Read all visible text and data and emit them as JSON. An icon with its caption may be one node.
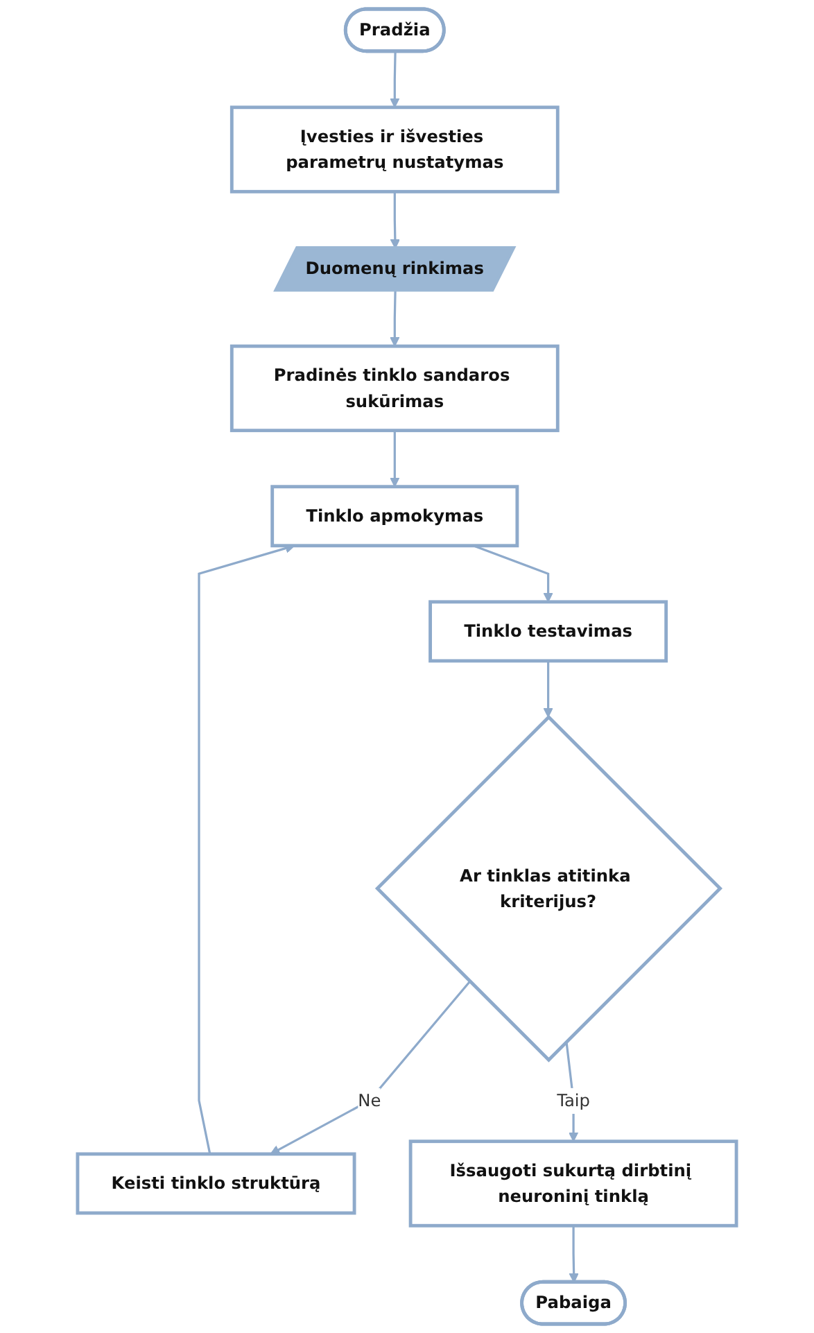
{
  "diagram": {
    "nodes": [
      {
        "text": [
          "Pradžia"
        ]
      },
      {
        "text": [
          "Įvesties ir išvesties parametrų nustatymas"
        ]
      },
      {
        "text": [
          "Duomenų rinkimas"
        ]
      },
      {
        "text": [
          "Pradinės tinklo sandaros sukūrimas"
        ]
      },
      {
        "text": [
          "Tinklo apmokymas"
        ]
      },
      {
        "text": [
          "Keisti tinklo struktūrą"
        ]
      },
      {
        "text": [
          "Tinklo testavimas"
        ]
      },
      {
        "text": [
          "Ar tinklas atitinka kriterijus?"
        ]
      },
      {
        "text": [
          "Išsaugoti sukurtą dirbtinį neuroninį tinklą"
        ]
      },
      {
        "text": [
          "Pabaiga"
        ]
      }
    ],
    "edges": [
      {
        "from": 0,
        "to": 1,
        "arrow": "to"
      },
      {
        "from": 1,
        "to": 2,
        "arrow": "to"
      },
      {
        "from": 2,
        "to": 3,
        "arrow": "to"
      },
      {
        "from": 3,
        "to": 4,
        "arrow": "to"
      },
      {
        "from": 4,
        "to": 6,
        "arrow": "to"
      },
      {
        "from": 6,
        "to": 7,
        "arrow": "to"
      },
      {
        "from": 7,
        "to": 5,
        "label": "Ne",
        "arrow": "to"
      },
      {
        "from": 5,
        "to": 4,
        "arrow": "to"
      },
      {
        "from": 7,
        "to": 8,
        "label": "Taip",
        "arrow": "to"
      },
      {
        "from": 8,
        "to": 9,
        "arrow": "to"
      }
    ]
  }
}
